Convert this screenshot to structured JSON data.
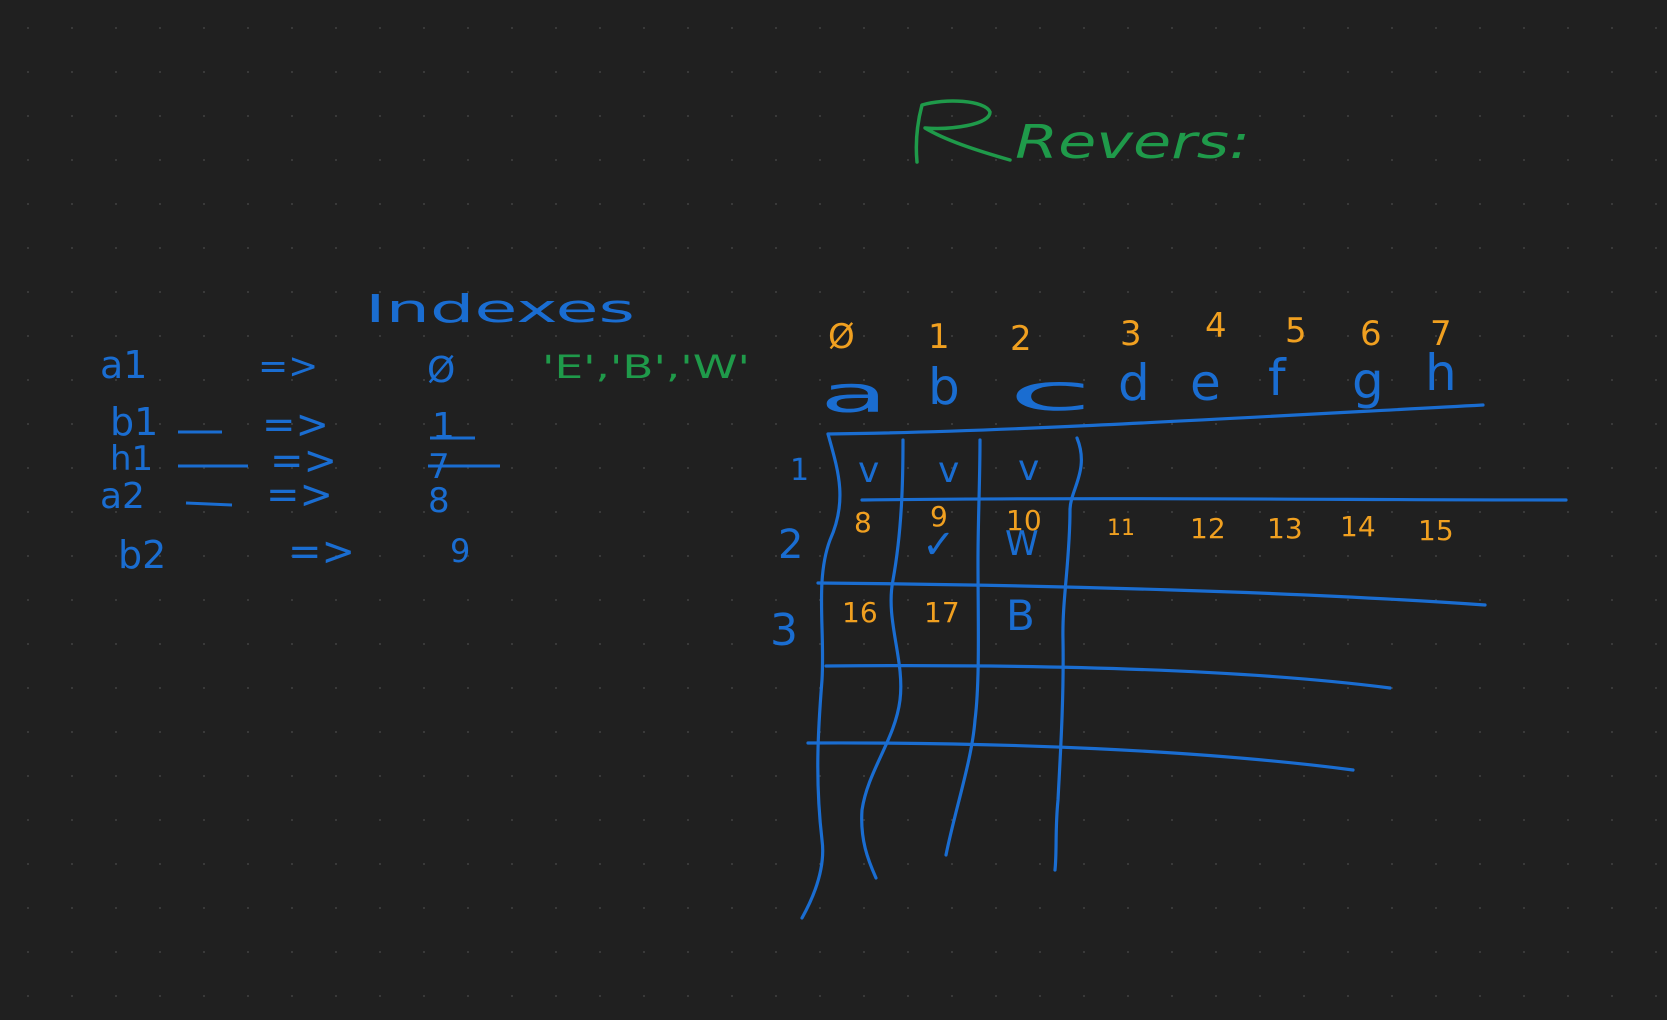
{
  "whiteboard": {
    "title": "Revers:",
    "indexes_label": "Indexes",
    "chars_label": "'E','B','W'",
    "mapping": [
      {
        "key": "a1",
        "arrow": "=>",
        "index": "Ø"
      },
      {
        "key": "b1",
        "arrow": "=>",
        "index": "1"
      },
      {
        "key": "h1",
        "arrow": "=>",
        "index": "7"
      },
      {
        "key": "a2",
        "arrow": "=>",
        "index": "8"
      },
      {
        "key": "b2",
        "arrow": "=>",
        "index": "9"
      }
    ],
    "column_numbers": [
      "Ø",
      "1",
      "2",
      "3",
      "4",
      "5",
      "6",
      "7"
    ],
    "column_letters": [
      "a",
      "b",
      "c",
      "d",
      "e",
      "f",
      "g",
      "h"
    ],
    "row_labels": [
      "1",
      "2",
      "3"
    ],
    "row1_marks": [
      "v",
      "v",
      "v"
    ],
    "row2_numbers": [
      "8",
      "9",
      "10",
      "11",
      "12",
      "13",
      "14",
      "15"
    ],
    "row2_marks": [
      "✓",
      "W"
    ],
    "row3_numbers": [
      "16",
      "17"
    ],
    "row3_mark": "B",
    "colors": {
      "background": "#202020",
      "blue_ink": "#1a6dd1",
      "green_ink": "#1f9a4a",
      "orange_ink": "#f0a020",
      "grid_dot": "#3a3a3a"
    }
  }
}
